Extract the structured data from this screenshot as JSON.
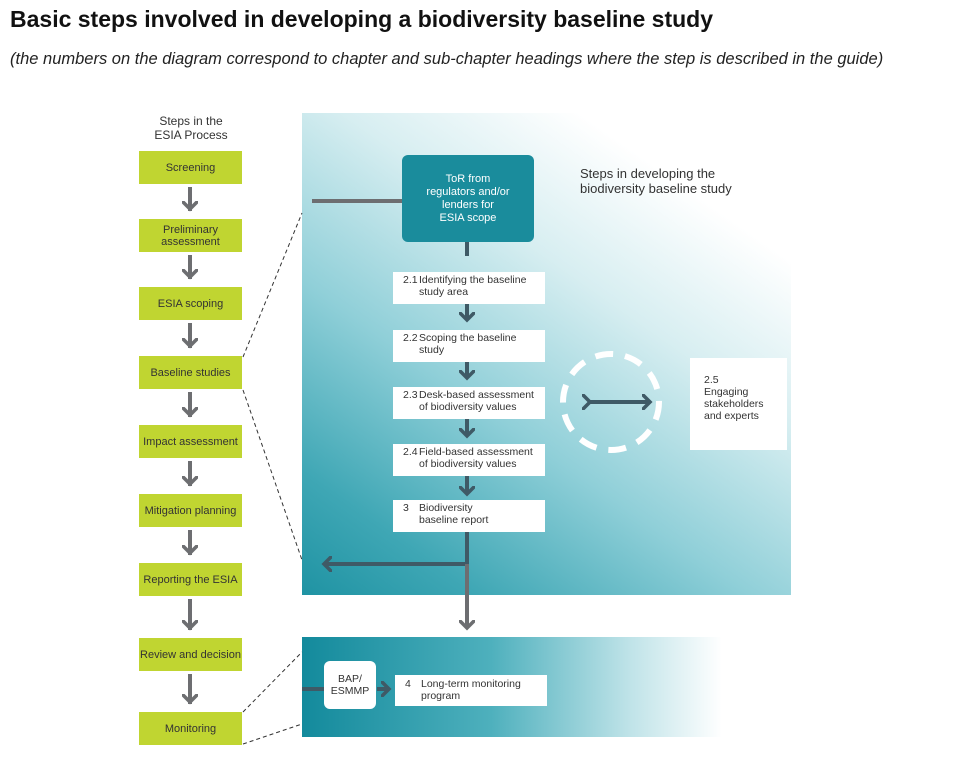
{
  "title": "Basic steps involved in developing a biodiversity baseline study",
  "subtitle": "(the numbers on the diagram correspond to chapter and sub-chapter headings where the step is described in the guide)",
  "esia": {
    "heading_line1": "Steps in the",
    "heading_line2": "ESIA Process",
    "steps": [
      {
        "line1": "Screening",
        "line2": ""
      },
      {
        "line1": "Preliminary",
        "line2": "assessment"
      },
      {
        "line1": "ESIA scoping",
        "line2": ""
      },
      {
        "line1": "Baseline studies",
        "line2": ""
      },
      {
        "line1": "Impact assessment",
        "line2": ""
      },
      {
        "line1": "Mitigation planning",
        "line2": ""
      },
      {
        "line1": "Reporting the ESIA",
        "line2": ""
      },
      {
        "line1": "Review and decision",
        "line2": ""
      },
      {
        "line1": "Monitoring",
        "line2": ""
      }
    ]
  },
  "baseline": {
    "heading_line1": "Steps in developing the",
    "heading_line2": "biodiversity baseline study",
    "tor": {
      "line1": "ToR from",
      "line2": "regulators and/or",
      "line3": "lenders for",
      "line4": "ESIA scope"
    },
    "steps": [
      {
        "num": "2.1",
        "line1": "Identifying the baseline",
        "line2": "study area"
      },
      {
        "num": "2.2",
        "line1": "Scoping the baseline",
        "line2": "study"
      },
      {
        "num": "2.3",
        "line1": "Desk-based assessment",
        "line2": "of biodiversity values"
      },
      {
        "num": "2.4",
        "line1": "Field-based assessment",
        "line2": "of biodiversity values"
      },
      {
        "num": "3",
        "line1": "Biodiversity",
        "line2": "baseline report"
      }
    ],
    "engaging": {
      "num": "2.5",
      "line1": "Engaging",
      "line2": "stakeholders",
      "line3": "and experts"
    }
  },
  "monitoring": {
    "bap_line1": "BAP/",
    "bap_line2": "ESMMP",
    "num": "4",
    "line1": "Long-term monitoring",
    "line2": "program"
  },
  "colors": {
    "esia_box": "#c0d531",
    "tor_box": "#1a8c9c",
    "arrow_grey": "#6d6e71",
    "arrow_dark": "#3f5a66",
    "teal": "#138a9c"
  }
}
